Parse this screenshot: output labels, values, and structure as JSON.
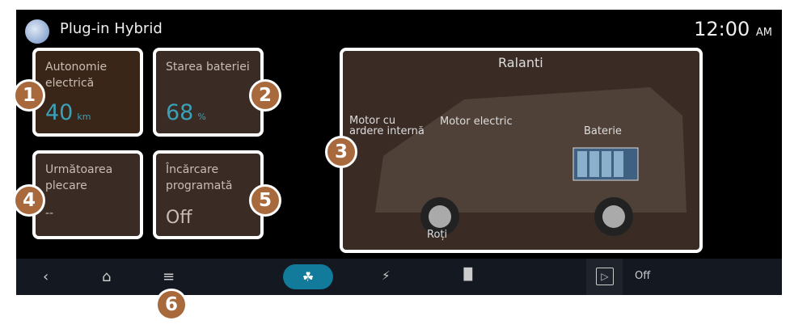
{
  "header": {
    "title": "Plug-in Hybrid",
    "time": "12:00",
    "ampm": "AM"
  },
  "tiles": [
    {
      "label": "Autonomie electrică",
      "value": "40",
      "unit": "km"
    },
    {
      "label": "Starea bateriei",
      "value": "68",
      "unit": "%"
    },
    {
      "label": "Următoarea plecare",
      "value": "--"
    },
    {
      "label": "Încărcare programată",
      "value": "Off"
    }
  ],
  "diagram": {
    "title": "Ralanti",
    "engine": "Motor cu ardere internă",
    "motor": "Motor electric",
    "battery": "Baterie",
    "wheels": "Roți"
  },
  "nav": {
    "play_status": "Off"
  },
  "callouts": [
    "1",
    "2",
    "3",
    "4",
    "5",
    "6"
  ]
}
